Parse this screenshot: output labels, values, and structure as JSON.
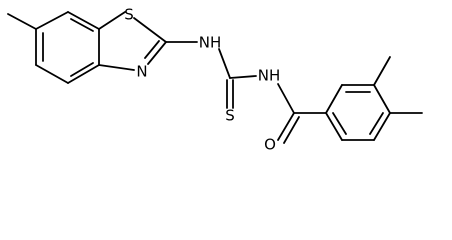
{
  "structure": {
    "atoms": {
      "sulfur_ring": "S",
      "nitrogen_ring": "N",
      "nh_benzothiazolyl": "NH",
      "nh_carbonyl": "NH",
      "sulfur_thio": "S",
      "oxygen_carbonyl": "O"
    }
  }
}
